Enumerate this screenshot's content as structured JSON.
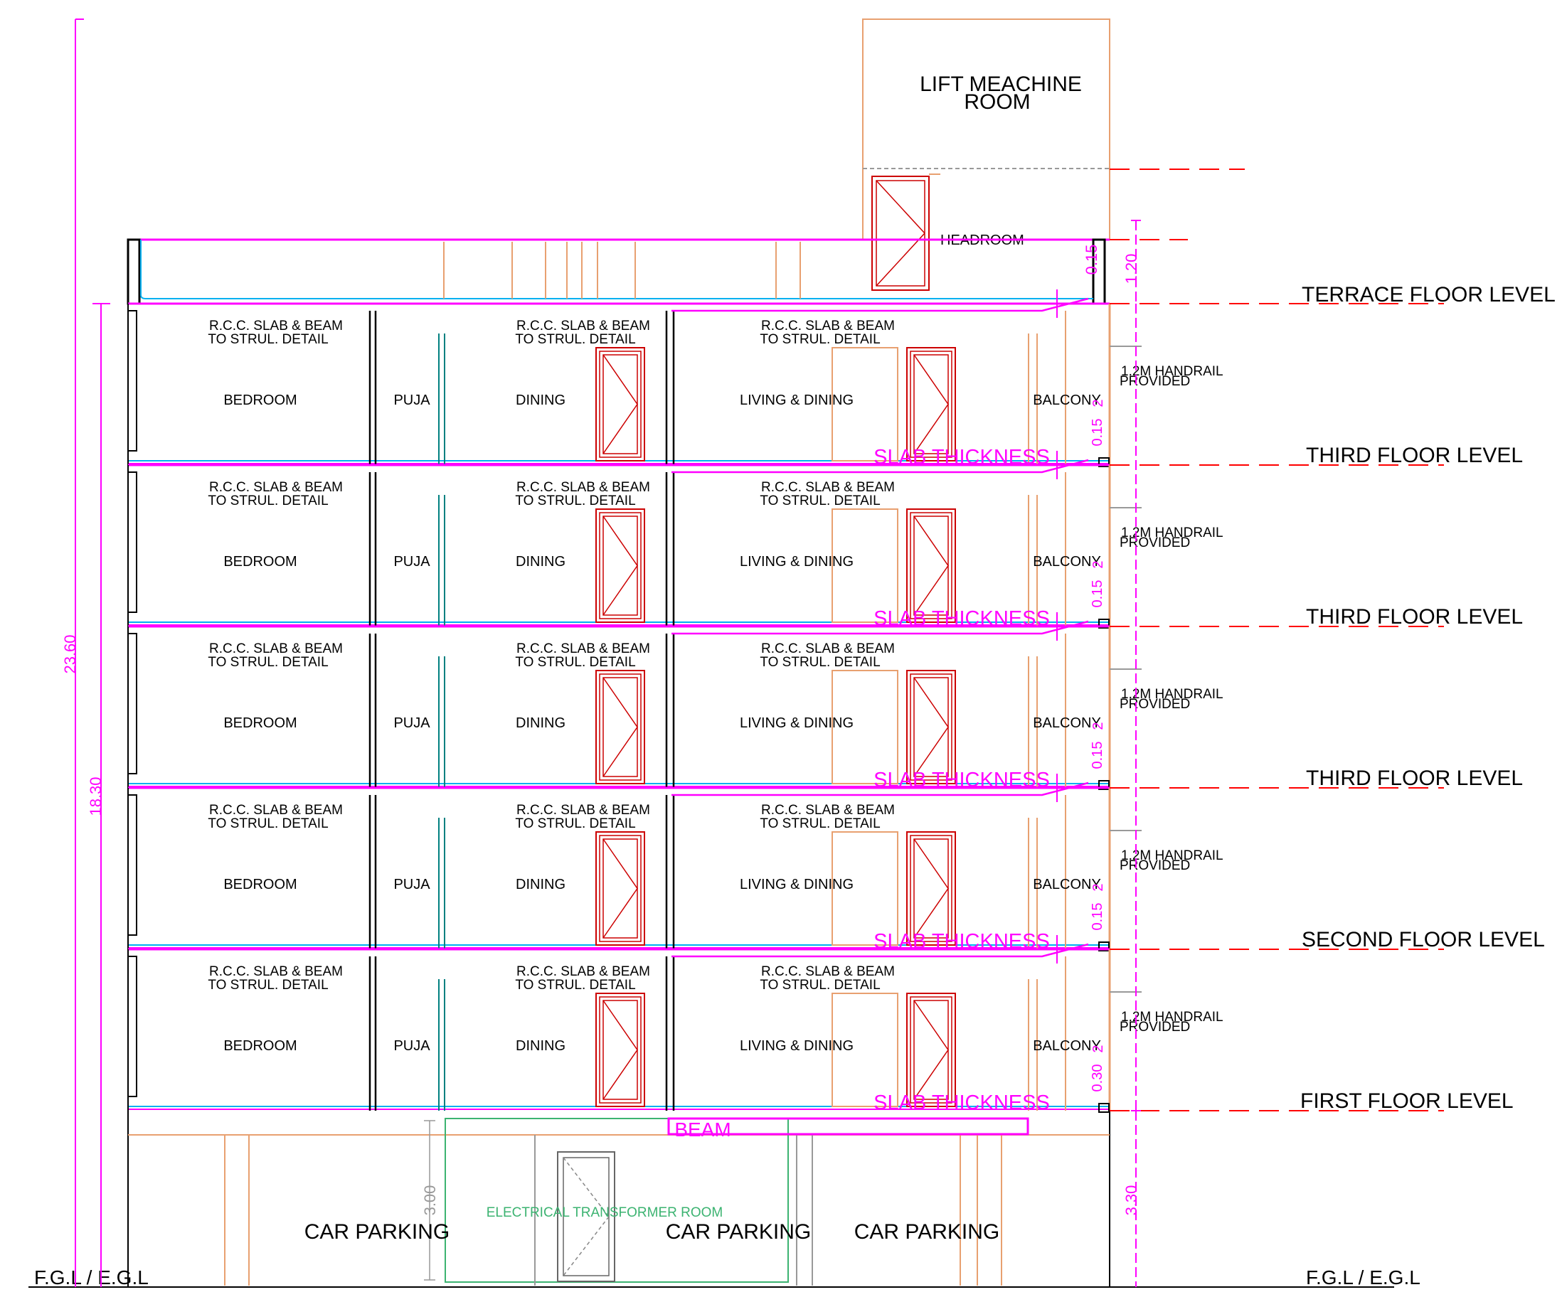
{
  "lift_room": {
    "line1": "LIFT MEACHINE",
    "line2": "ROOM"
  },
  "headroom": "HEADROOM",
  "levels": {
    "terrace": "TERRACE FLOOR LEVEL",
    "fourth": "THIRD FLOOR LEVEL",
    "third": "THIRD FLOOR LEVEL",
    "third_b": "THIRD FLOOR LEVEL",
    "second": "SECOND FLOOR LEVEL",
    "first": "FIRST FLOOR LEVEL"
  },
  "ground": {
    "left": "F.G.L / E.G.L",
    "right": "F.G.L / E.G.L"
  },
  "rooms": {
    "slab_line1": "R.C.C. SLAB & BEAM",
    "slab_line2": "TO STRUL. DETAIL",
    "bedroom": "BEDROOM",
    "puja": "PUJA",
    "dining": "DINING",
    "living": "LIVING & DINING",
    "balcony": "BALCONY",
    "slab_thickness": "SLAB THICKNESS",
    "handrail_line1": "1.2M HANDRAIL",
    "handrail_line2": "PROVIDED"
  },
  "parking": {
    "car1": "CAR PARKING",
    "car2": "CAR PARKING",
    "car3": "CAR PARKING",
    "transformer": "ELECTRICAL TRANSFORMER ROOM",
    "beam": "BEAM"
  },
  "dims": {
    "overall": "23.60",
    "building": "18.30",
    "parapet": "1.20",
    "ground_floor": "3.30",
    "ground_inner": "3.00",
    "slab_015": "0.15",
    "slab_030": "0.30",
    "floor_height": "2"
  },
  "colors": {
    "dimension": "#ff00ff",
    "level_line": "#ff0000",
    "wall_finish": "#e8a070",
    "slab": "#00b0f0",
    "door": "#cc0000",
    "puja_line": "#008080",
    "transformer": "#3cb371"
  }
}
